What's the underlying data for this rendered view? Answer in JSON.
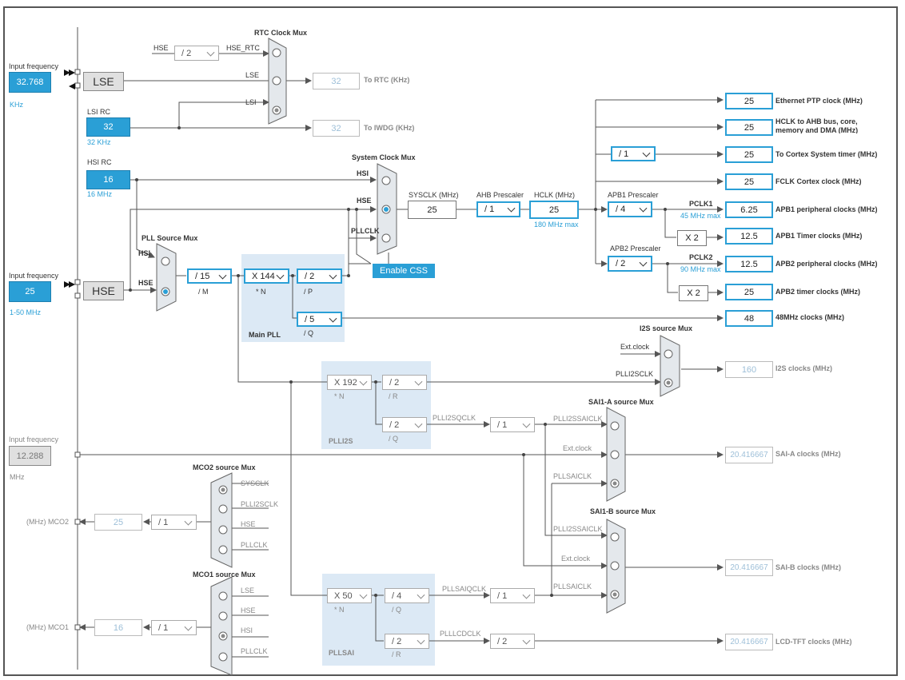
{
  "lse": {
    "input_label": "Input frequency",
    "input_value": "32.768",
    "unit": "KHz",
    "block_label": "LSE"
  },
  "lsi": {
    "title": "LSI RC",
    "value": "32",
    "unit": "32 KHz"
  },
  "hsi": {
    "title": "HSI RC",
    "value": "16",
    "unit": "16 MHz"
  },
  "hse": {
    "input_label": "Input frequency",
    "input_value": "25",
    "range": "1-50 MHz",
    "block_label": "HSE"
  },
  "i2s_ext": {
    "input_label": "Input frequency",
    "input_value": "12.288",
    "unit": "MHz"
  },
  "rtc": {
    "mux_title": "RTC Clock Mux",
    "hse_prescaler": "/ 2",
    "in_hse": "HSE",
    "in_hse_rtc": "HSE_RTC",
    "in_lse": "LSE",
    "in_lsi": "LSI",
    "rtc_value": "32",
    "rtc_label": "To RTC (KHz)",
    "iwdg_value": "32",
    "iwdg_label": "To IWDG (KHz)"
  },
  "sysclk_mux": {
    "title": "System Clock Mux",
    "in_hsi": "HSI",
    "in_hse": "HSE",
    "in_pllclk": "PLLCLK",
    "css_button": "Enable CSS"
  },
  "pll_source": {
    "title": "PLL Source Mux",
    "in_hsi": "HSI",
    "in_hse": "HSE",
    "m_value": "/ 15",
    "m_label": "/ M"
  },
  "main_pll": {
    "title": "Main PLL",
    "n_value": "X 144",
    "n_label": "* N",
    "p_value": "/ 2",
    "p_label": "/ P",
    "q_value": "/ 5",
    "q_label": "/ Q"
  },
  "sys": {
    "sysclk_label": "SYSCLK (MHz)",
    "sysclk_value": "25",
    "ahb_label": "AHB Prescaler",
    "ahb_value": "/ 1",
    "hclk_label": "HCLK (MHz)",
    "hclk_value": "25",
    "hclk_max": "180 MHz max"
  },
  "apb1": {
    "label": "APB1 Prescaler",
    "value": "/ 4",
    "pclk_label": "PCLK1",
    "pclk_max": "45 MHz max",
    "x2": "X 2"
  },
  "apb2": {
    "label": "APB2 Prescaler",
    "value": "/ 2",
    "pclk_label": "PCLK2",
    "pclk_max": "90 MHz max",
    "x2": "X 2"
  },
  "cortex_div": "/ 1",
  "outputs": [
    {
      "value": "25",
      "label": "Ethernet PTP clock (MHz)"
    },
    {
      "value": "25",
      "label": "HCLK to AHB bus, core, memory and DMA (MHz)"
    },
    {
      "value": "25",
      "label": "To Cortex System timer (MHz)"
    },
    {
      "value": "25",
      "label": "FCLK Cortex clock (MHz)"
    },
    {
      "value": "6.25",
      "label": "APB1 peripheral clocks (MHz)"
    },
    {
      "value": "12.5",
      "label": "APB1 Timer clocks (MHz)"
    },
    {
      "value": "12.5",
      "label": "APB2 peripheral clocks (MHz)"
    },
    {
      "value": "25",
      "label": "APB2 timer clocks (MHz)"
    },
    {
      "value": "48",
      "label": "48MHz clocks (MHz)"
    }
  ],
  "i2s": {
    "mux_title": "I2S source Mux",
    "in_ext": "Ext.clock",
    "in_plli2sclk": "PLLI2SCLK",
    "value": "160",
    "label": "I2S clocks (MHz)"
  },
  "plli2s": {
    "title": "PLLI2S",
    "n_value": "X 192",
    "n_label": "* N",
    "r_value": "/ 2",
    "r_label": "/ R",
    "q_value": "/ 2",
    "q_label": "/ Q",
    "sqclk_label": "PLLI2SQCLK",
    "div_value": "/ 1"
  },
  "sai_a": {
    "mux_title": "SAI1-A source Mux",
    "in_plli2ssaiclk": "PLLI2SSAICLK",
    "in_ext": "Ext.clock",
    "in_pllsaiclk": "PLLSAICLK",
    "value": "20.416667",
    "label": "SAI-A clocks (MHz)"
  },
  "sai_b": {
    "mux_title": "SAI1-B source Mux",
    "in_plli2ssaiclk": "PLLI2SSAICLK",
    "in_ext": "Ext.clock",
    "in_pllsaiclk": "PLLSAICLK",
    "value": "20.416667",
    "label": "SAI-B clocks (MHz)"
  },
  "pllsai": {
    "title": "PLLSAI",
    "n_value": "X 50",
    "n_label": "* N",
    "q_value": "/ 4",
    "q_label": "/ Q",
    "r_value": "/ 2",
    "r_label": "/ R",
    "qclk_label": "PLLSAIQCLK",
    "qdiv_value": "/ 1",
    "cdclk_label": "PLLLCDCLK",
    "cdiv_value": "/ 2",
    "lcd_value": "20.416667",
    "lcd_label": "LCD-TFT clocks (MHz)"
  },
  "mco2": {
    "mux_title": "MCO2 source Mux",
    "in_sysclk": "SYSCLK",
    "in_plli2sclk": "PLLI2SCLK",
    "in_hse": "HSE",
    "in_pllclk": "PLLCLK",
    "div_value": "/ 1",
    "out_value": "25",
    "out_label": "(MHz) MCO2"
  },
  "mco1": {
    "mux_title": "MCO1 source Mux",
    "in_lse": "LSE",
    "in_hse": "HSE",
    "in_hsi": "HSI",
    "in_pllclk": "PLLCLK",
    "div_value": "/ 1",
    "out_value": "16",
    "out_label": "(MHz) MCO1"
  }
}
